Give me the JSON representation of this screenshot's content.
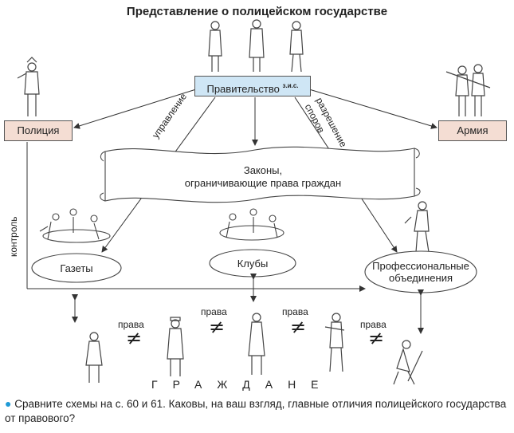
{
  "title": "Представление о полицейском государстве",
  "nodes": {
    "government": "Правительство",
    "government_sup": "з.и.с.",
    "police": "Полиция",
    "army": "Армия",
    "laws_line1": "Законы,",
    "laws_line2": "ограничивающие права граждан",
    "newspapers": "Газеты",
    "clubs": "Клубы",
    "prof_line1": "Профессиональные",
    "prof_line2": "объединения"
  },
  "edge_labels": {
    "management": "управление",
    "dispute_line1": "разрешение",
    "dispute_line2": "споров",
    "control": "контроль"
  },
  "rights": [
    "права",
    "права",
    "права",
    "права"
  ],
  "neq_symbol": "≠",
  "citizens": "ГРАЖДАНЕ",
  "question": "Сравните схемы на с. 60 и 61. Каковы, на ваш взгляд, главные отличия полицейского государства от правового?",
  "colors": {
    "government_fill": "#cfe6f5",
    "police_army_fill": "#f4ddd3",
    "bullet": "#1f9ad6"
  }
}
